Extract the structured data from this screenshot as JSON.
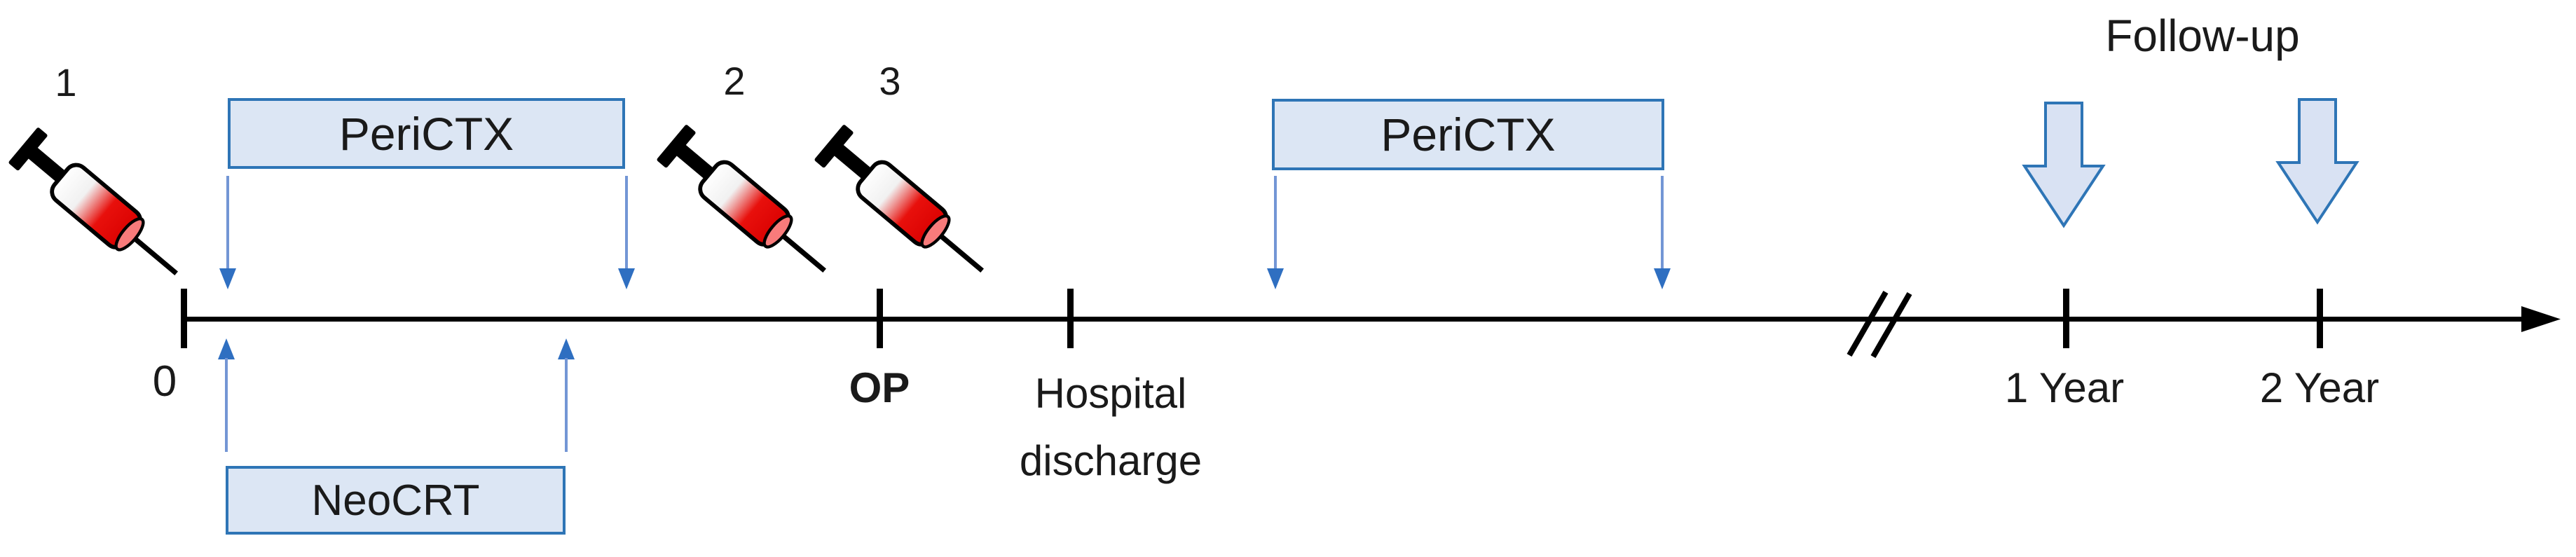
{
  "labels": {
    "tick0": "0",
    "op": "OP",
    "hospital_line1": "Hospital",
    "hospital_line2": "discharge",
    "year1": "1 Year",
    "year2": "2 Year",
    "followup": "Follow-up",
    "syringe1": "1",
    "syringe2": "2",
    "syringe3": "3"
  },
  "boxes": {
    "perictx_pre": "PeriCTX",
    "perictx_post": "PeriCTX",
    "neocrt": "NeoCRT"
  },
  "colors": {
    "box_fill": "#dce6f4",
    "box_border": "#2e75b6",
    "thin_arrow_stem": "#7396d5",
    "thin_arrow_head": "#2f6fc1",
    "block_arrow_fill": "#d9e2f3",
    "block_arrow_border": "#2e75b6",
    "timeline": "#000000",
    "syringe_red": "#e8100c",
    "text": "#1a1a1a"
  }
}
